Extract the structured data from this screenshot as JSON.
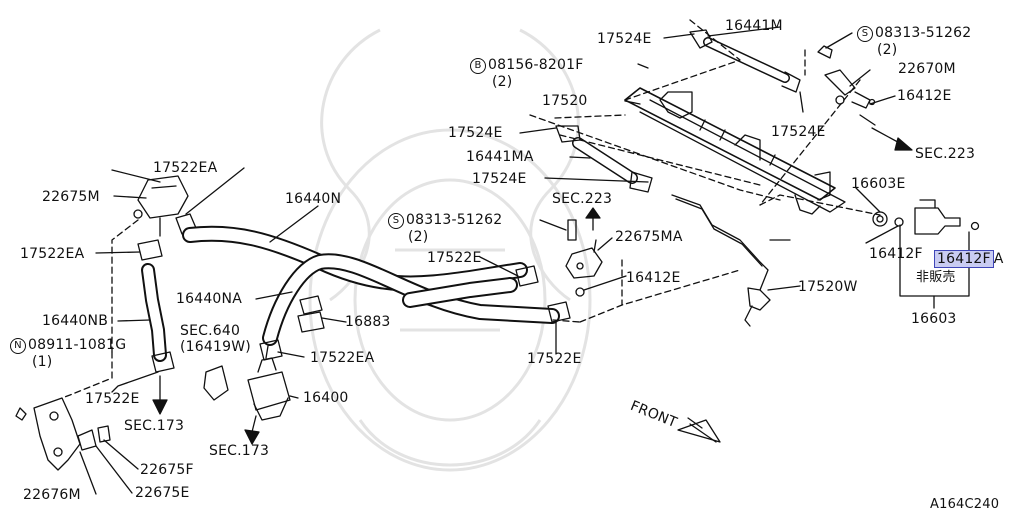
{
  "diagram_id": "A164C240",
  "highlight_color": "#c9ccf2",
  "highlight_border": "#3f46b8",
  "labels": {
    "p17524e_a": "17524E",
    "p16441m": "16441M",
    "p08313_top_code": "08313-51262",
    "p08313_top_qty": "(2)",
    "p08156_code": "08156-8201F",
    "p08156_qty": "(2)",
    "p22670m": "22670M",
    "p16412e_top": "16412E",
    "p17520": "17520",
    "p17524e_b": "17524E",
    "p17524e_c": "17524E",
    "p16441ma": "16441MA",
    "p17524e_d": "17524E",
    "sec223_top": "SEC.223",
    "p22675m": "22675M",
    "p17522ea_a": "17522EA",
    "p16440n": "16440N",
    "p08313_mid_code": "08313-51262",
    "p08313_mid_qty": "(2)",
    "sec223_mid": "SEC.223",
    "p22675ma": "22675MA",
    "p16603e": "16603E",
    "p17522ea_b": "17522EA",
    "p17522e_a": "17522E",
    "p16412f": "16412F",
    "p16412fa_main": "16412F",
    "p16412fa_suffix": "A",
    "not_sold": "非販売",
    "p16412e_mid": "16412E",
    "p16440na": "16440NA",
    "p17520w": "17520W",
    "p16440nb": "16440NB",
    "p16883": "16883",
    "p16603": "16603",
    "p08911_code": "08911-1081G",
    "p08911_qty": "(1)",
    "sec640": "SEC.640",
    "p16419w": "(16419W)",
    "p17522ea_c": "17522EA",
    "p17522e_b": "17522E",
    "p17522e_c": "17522E",
    "p16400": "16400",
    "sec173_a": "SEC.173",
    "sec173_b": "SEC.173",
    "front": "FRONT",
    "p22675f": "22675F",
    "p22676m": "22676M",
    "p22675e": "22675E"
  },
  "markers": {
    "s": "S",
    "b": "B",
    "n": "N"
  }
}
